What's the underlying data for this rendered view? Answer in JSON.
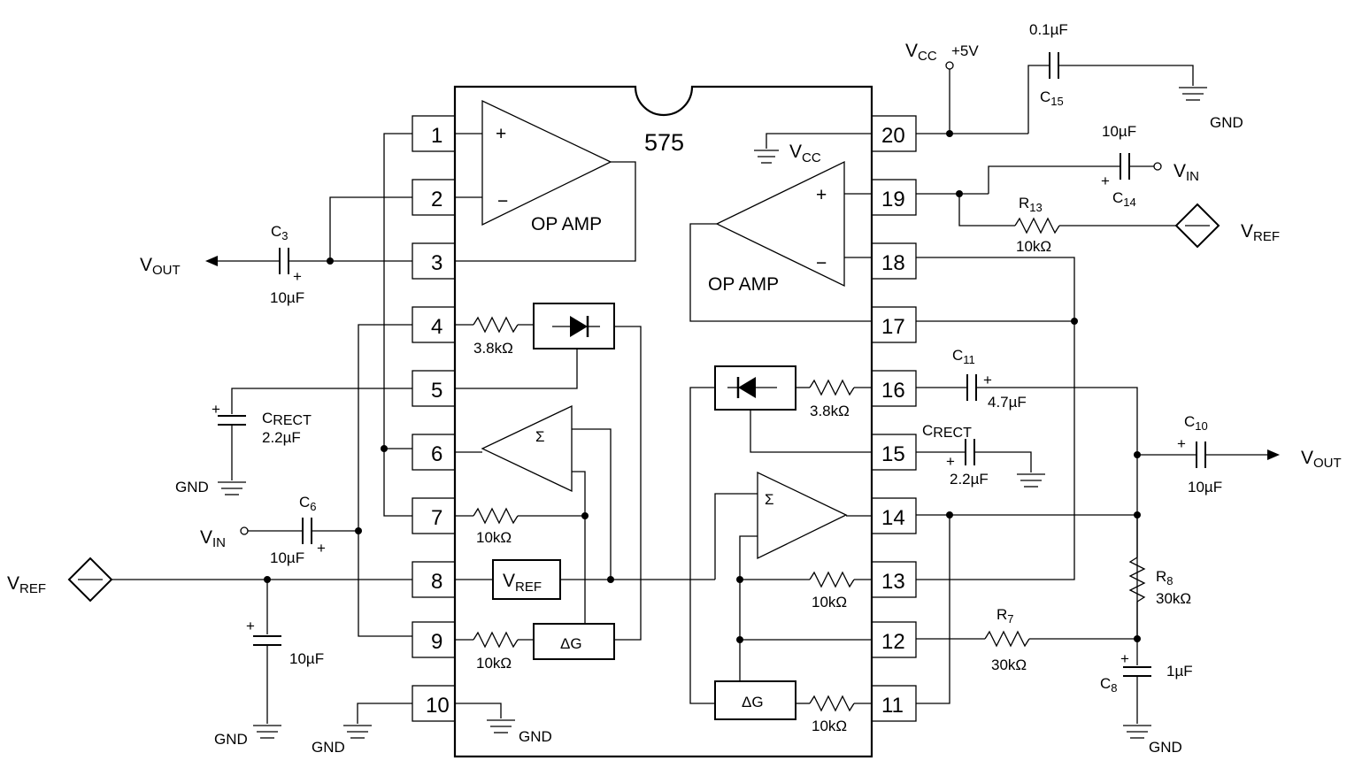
{
  "chip": {
    "name": "575",
    "opamp_label": "OP AMP",
    "vcc_label": "V",
    "vcc_sub": "CC",
    "sigma": "Σ",
    "delta_g": "ΔG",
    "vref_block": "V",
    "vref_block_sub": "REF",
    "pins": [
      "1",
      "2",
      "3",
      "4",
      "5",
      "6",
      "7",
      "8",
      "9",
      "10",
      "20",
      "19",
      "18",
      "17",
      "16",
      "15",
      "14",
      "13",
      "12",
      "11"
    ]
  },
  "resistors": {
    "r4": "3.8kΩ",
    "r7": "10kΩ",
    "r9": "10kΩ",
    "r16": "3.8kΩ",
    "r13int": "10kΩ",
    "r11int": "10kΩ",
    "R13": {
      "name": "R",
      "sub": "13",
      "value": "10kΩ"
    },
    "R7": {
      "name": "R",
      "sub": "7",
      "value": "30kΩ"
    },
    "R8": {
      "name": "R",
      "sub": "8",
      "value": "30kΩ"
    }
  },
  "capacitors": {
    "C3": {
      "name": "C",
      "sub": "3",
      "value": "10µF"
    },
    "C6": {
      "name": "C",
      "sub": "6",
      "value": "10µF"
    },
    "CRECT_left": {
      "name": "C",
      "sub": "RECT",
      "value": "2.2µF"
    },
    "Cref_left": {
      "value": "10µF"
    },
    "C15": {
      "name": "C",
      "sub": "15",
      "value": "0.1µF"
    },
    "C14": {
      "name": "C",
      "sub": "14",
      "value": "10µF"
    },
    "C11": {
      "name": "C",
      "sub": "11",
      "value": "4.7µF"
    },
    "CRECT_right": {
      "name": "C",
      "sub": "RECT",
      "value": "2.2µF"
    },
    "C10": {
      "name": "C",
      "sub": "10",
      "value": "10µF"
    },
    "C8": {
      "name": "C",
      "sub": "8",
      "value": "1µF"
    }
  },
  "nets": {
    "vout": "V",
    "vout_sub": "OUT",
    "vin": "V",
    "vin_sub": "IN",
    "vref": "V",
    "vref_sub": "REF",
    "vcc": "V",
    "vcc_sub": "CC",
    "vcc_value": "+5V",
    "gnd": "GND",
    "plus": "+",
    "minus": "−"
  }
}
